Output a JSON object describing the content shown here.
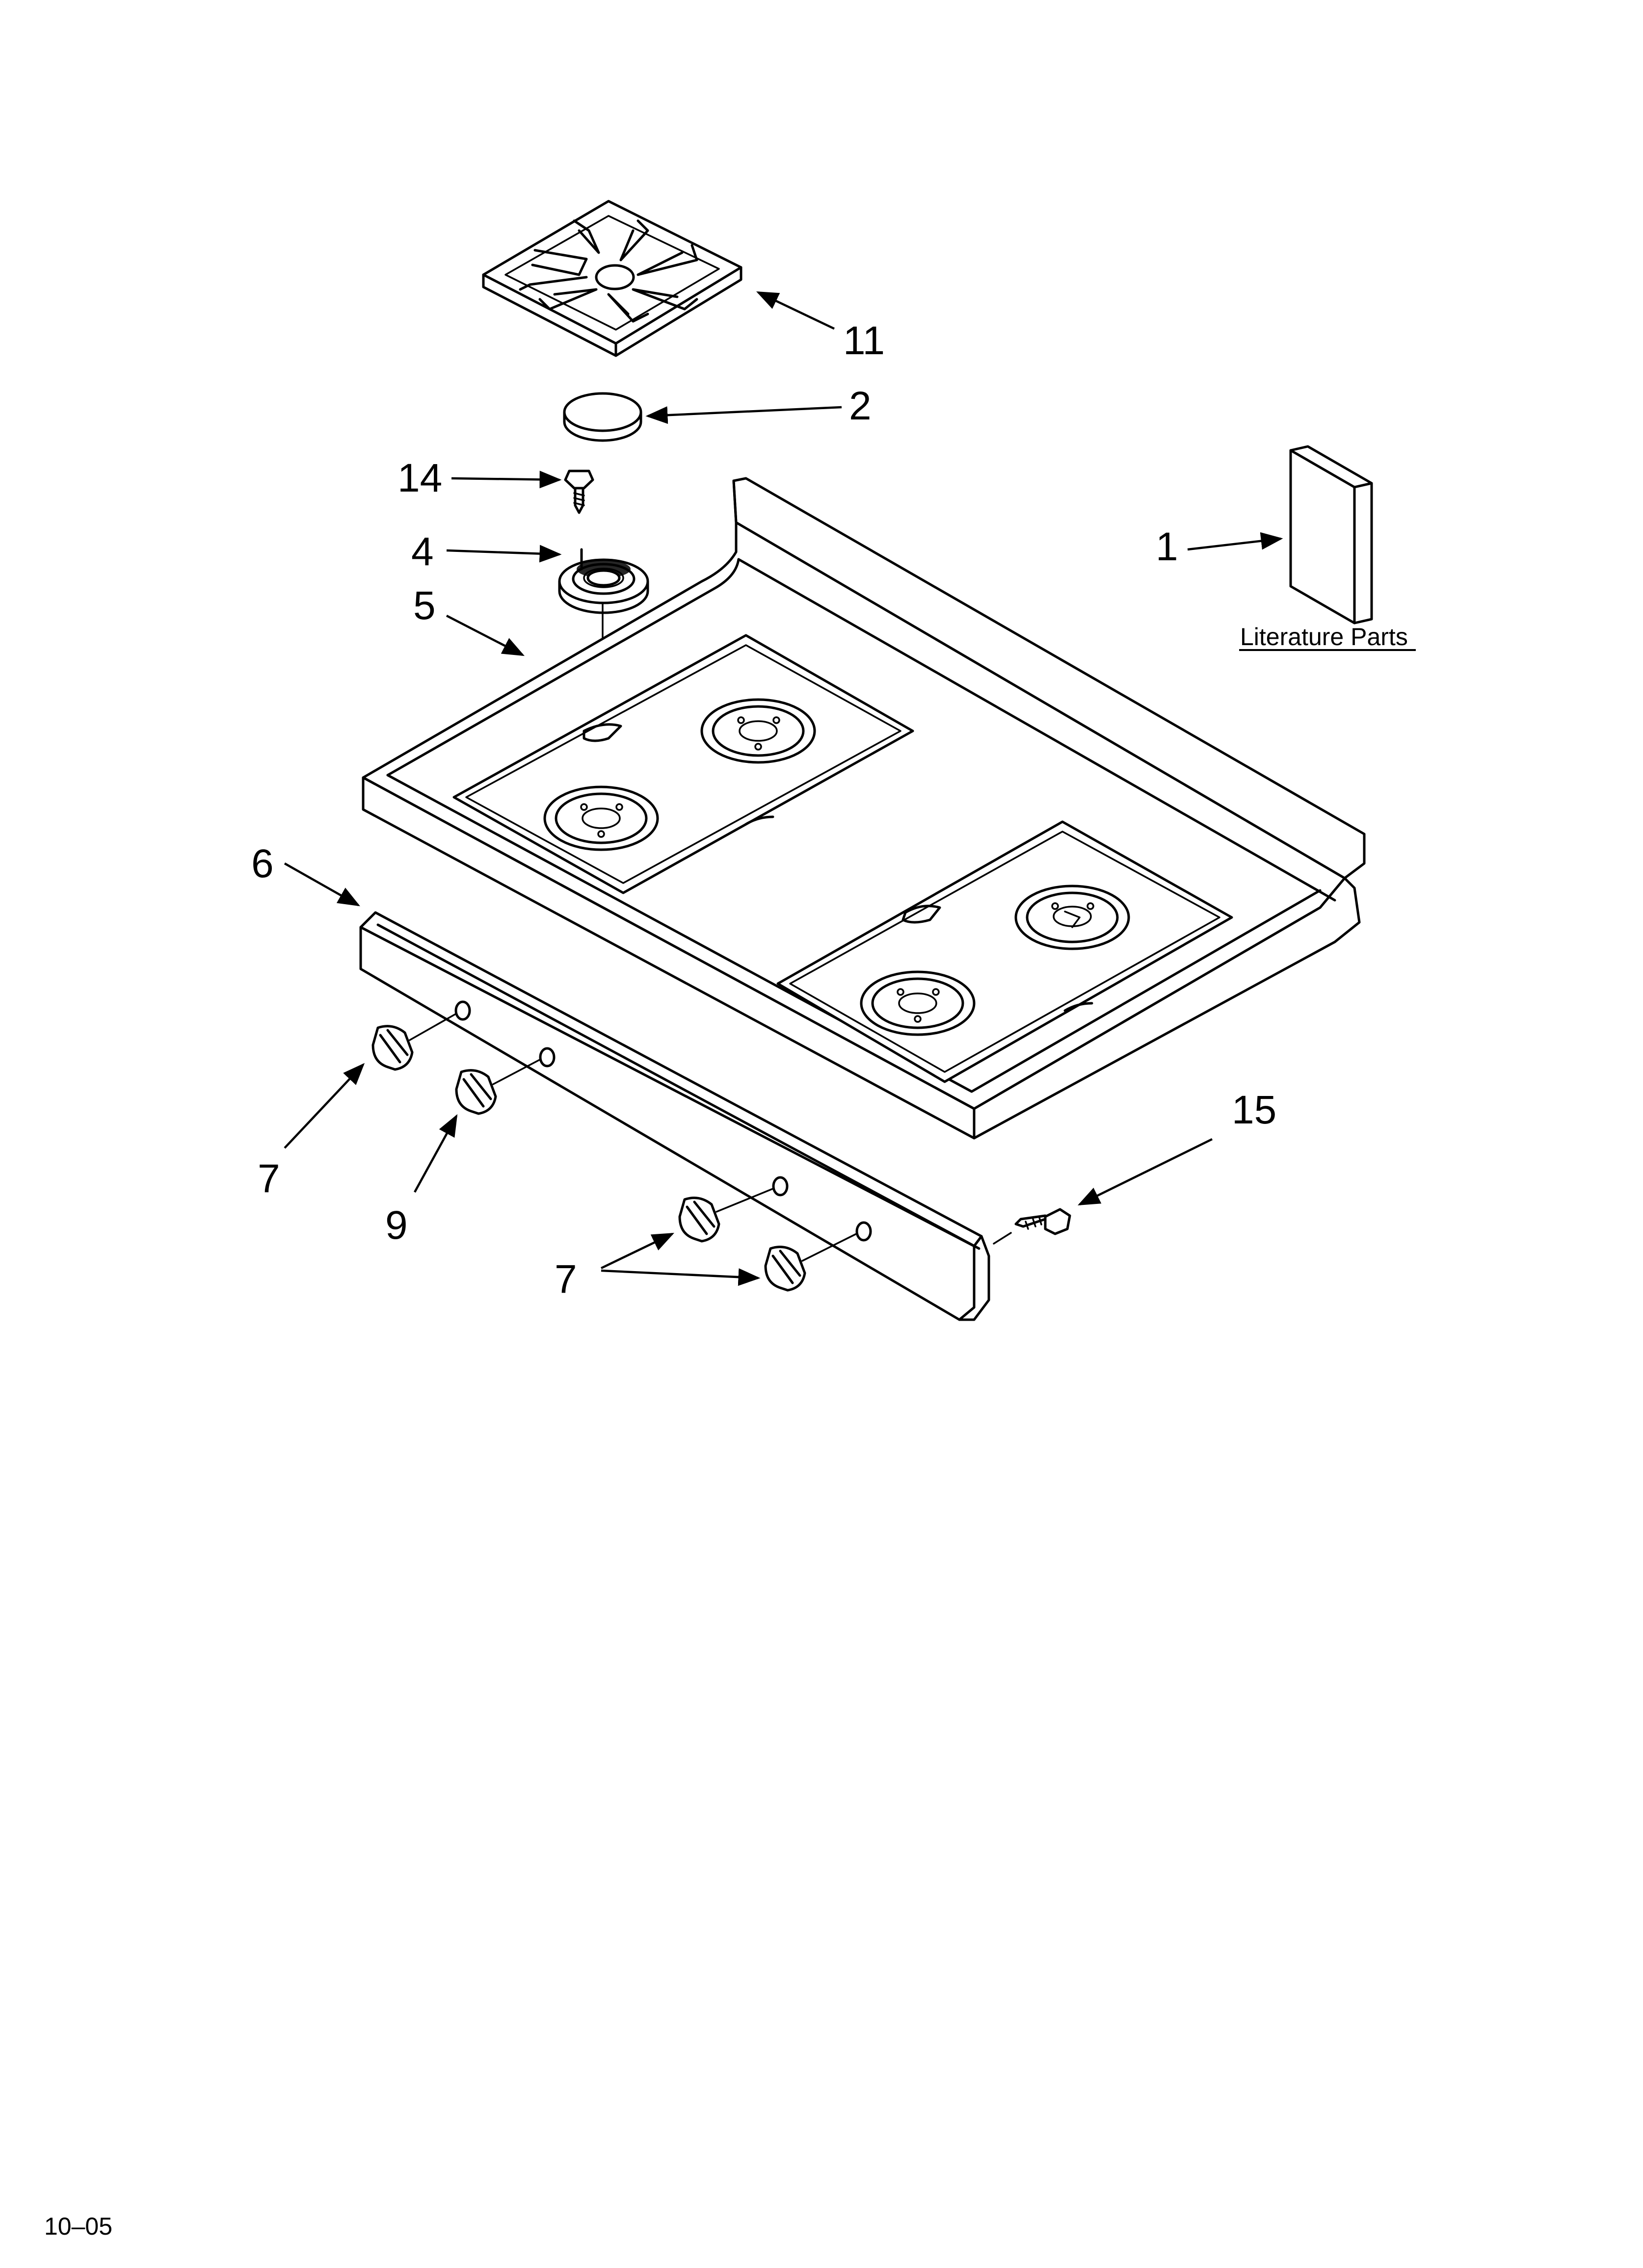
{
  "diagram": {
    "callouts": [
      {
        "id": "11",
        "label": "11"
      },
      {
        "id": "2",
        "label": "2"
      },
      {
        "id": "14",
        "label": "14"
      },
      {
        "id": "4",
        "label": "4"
      },
      {
        "id": "5",
        "label": "5"
      },
      {
        "id": "1",
        "label": "1"
      },
      {
        "id": "6",
        "label": "6"
      },
      {
        "id": "7a",
        "label": "7"
      },
      {
        "id": "9",
        "label": "9"
      },
      {
        "id": "7b",
        "label": "7"
      },
      {
        "id": "15",
        "label": "15"
      }
    ],
    "literature_label": "Literature Parts",
    "footer_code": "10–05"
  },
  "colors": {
    "line": "#000000",
    "background": "#ffffff"
  }
}
